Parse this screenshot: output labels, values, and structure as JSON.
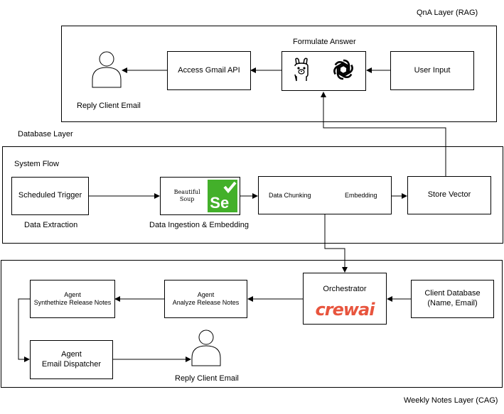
{
  "qna_layer": {
    "title": "QnA Layer (RAG)",
    "formulate_answer": "Formulate Answer",
    "user_input": "User Input",
    "access_gmail": "Access Gmail API",
    "reply_client_email": "Reply Client Email"
  },
  "database_layer": {
    "title": "Database Layer",
    "system_flow": "System Flow",
    "scheduled_trigger": "Scheduled Trigger",
    "data_extraction": "Data Extraction",
    "bs_logo": "Beautiful Soup",
    "se_logo": "Se",
    "data_ingestion": "Data Ingestion & Embedding",
    "data_chunking": "Data Chunking",
    "embedding": "Embedding",
    "store_vector": "Store Vector"
  },
  "weekly_layer": {
    "title": "Weekly Notes Layer (CAG)",
    "orchestrator": "Orchestrator",
    "crewai_logo": "crewai",
    "client_db_line1": "Client Database",
    "client_db_line2": "(Name, Email)",
    "analyze_line1": "Agent",
    "analyze_line2": "Analyze Release Notes",
    "synth_line1": "Agent",
    "synth_line2": "Synthethize Release Notes",
    "dispatch_line1": "Agent",
    "dispatch_line2": "Email Dispatcher",
    "reply_client_email": "Reply Client Email"
  },
  "icons": [
    "person-icon",
    "llama-icon",
    "openai-icon",
    "selenium-icon",
    "crewai-logo"
  ]
}
